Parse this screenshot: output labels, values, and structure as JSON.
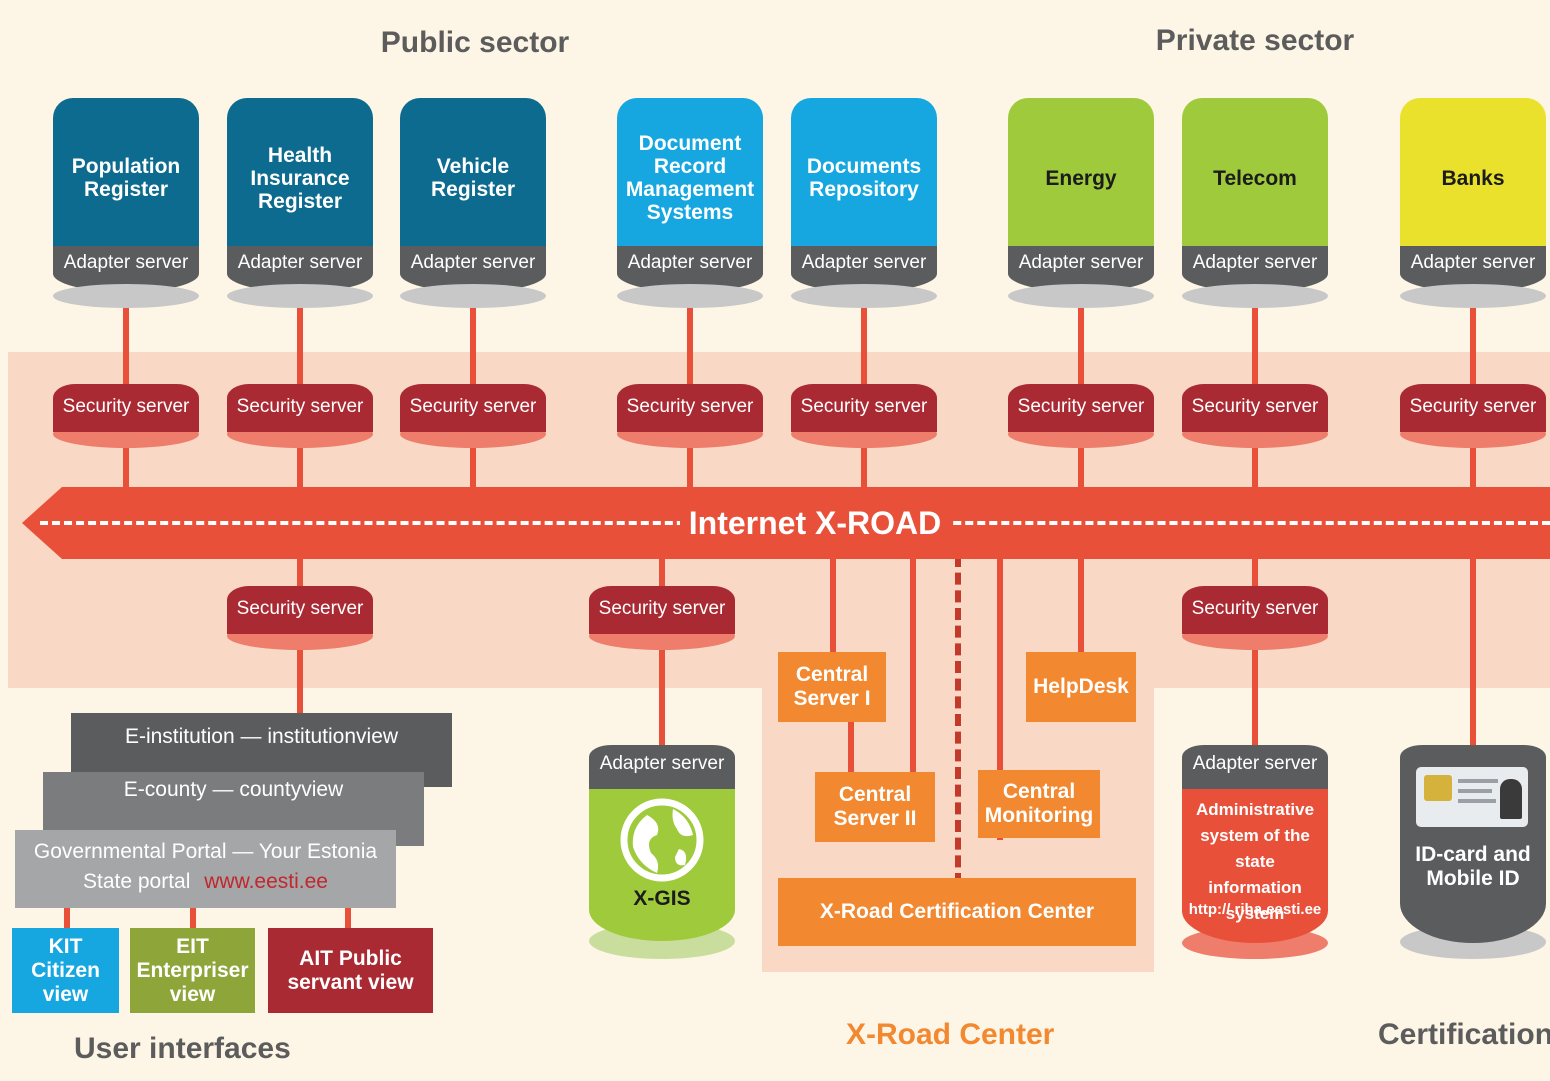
{
  "sectors": {
    "public": "Public sector",
    "private": "Private sector"
  },
  "databases": [
    {
      "label": "Population Register",
      "adapter": "Adapter server",
      "color": "#0c6b8f"
    },
    {
      "label": "Health Insurance Register",
      "adapter": "Adapter server",
      "color": "#0c6b8f"
    },
    {
      "label": "Vehicle Register",
      "adapter": "Adapter server",
      "color": "#0c6b8f"
    },
    {
      "label": "Document Record Management Systems",
      "adapter": "Adapter server",
      "color": "#16a7e0"
    },
    {
      "label": "Documents Repository",
      "adapter": "Adapter server",
      "color": "#16a7e0"
    },
    {
      "label": "Energy",
      "adapter": "Adapter server",
      "color": "#9fca3b"
    },
    {
      "label": "Telecom",
      "adapter": "Adapter server",
      "color": "#9fca3b"
    },
    {
      "label": "Banks",
      "adapter": "Adapter server",
      "color": "#e9e12b"
    }
  ],
  "security_servers_top": [
    "Security server",
    "Security server",
    "Security server",
    "Security server",
    "Security server",
    "Security server",
    "Security server",
    "Security server"
  ],
  "security_servers_bottom": [
    "Security server",
    "Security server",
    "Security server"
  ],
  "xroad": {
    "label": "Internet X-ROAD"
  },
  "center": {
    "central_server_1": "Central Server I",
    "central_server_2": "Central Server II",
    "central_monitoring": "Central Monitoring",
    "helpdesk": "HelpDesk",
    "certification_center": "X-Road Certification Center",
    "title": "X-Road Center"
  },
  "xgis": {
    "adapter": "Adapter server",
    "label": "X-GIS"
  },
  "admin_system": {
    "adapter": "Adapter server",
    "label": "Administrative system of the state information system",
    "url": "http:// riha.eesti.ee"
  },
  "idcard": {
    "label": "ID-card and Mobile ID",
    "title": "Certification Center"
  },
  "user_interfaces": {
    "institution": "E-institution — institutionview",
    "county": "E-county — countyview",
    "portal": "Governmental Portal — Your Estonia",
    "portal_sub": "State portal",
    "portal_url": "www.eesti.ee",
    "kit": "KIT Citizen view",
    "eit": "EIT Enterpriser view",
    "ait": "AIT Public servant view",
    "title": "User interfaces"
  },
  "colors": {
    "road": "#e9503a",
    "security": "#a92a33",
    "orange": "#f28830"
  }
}
